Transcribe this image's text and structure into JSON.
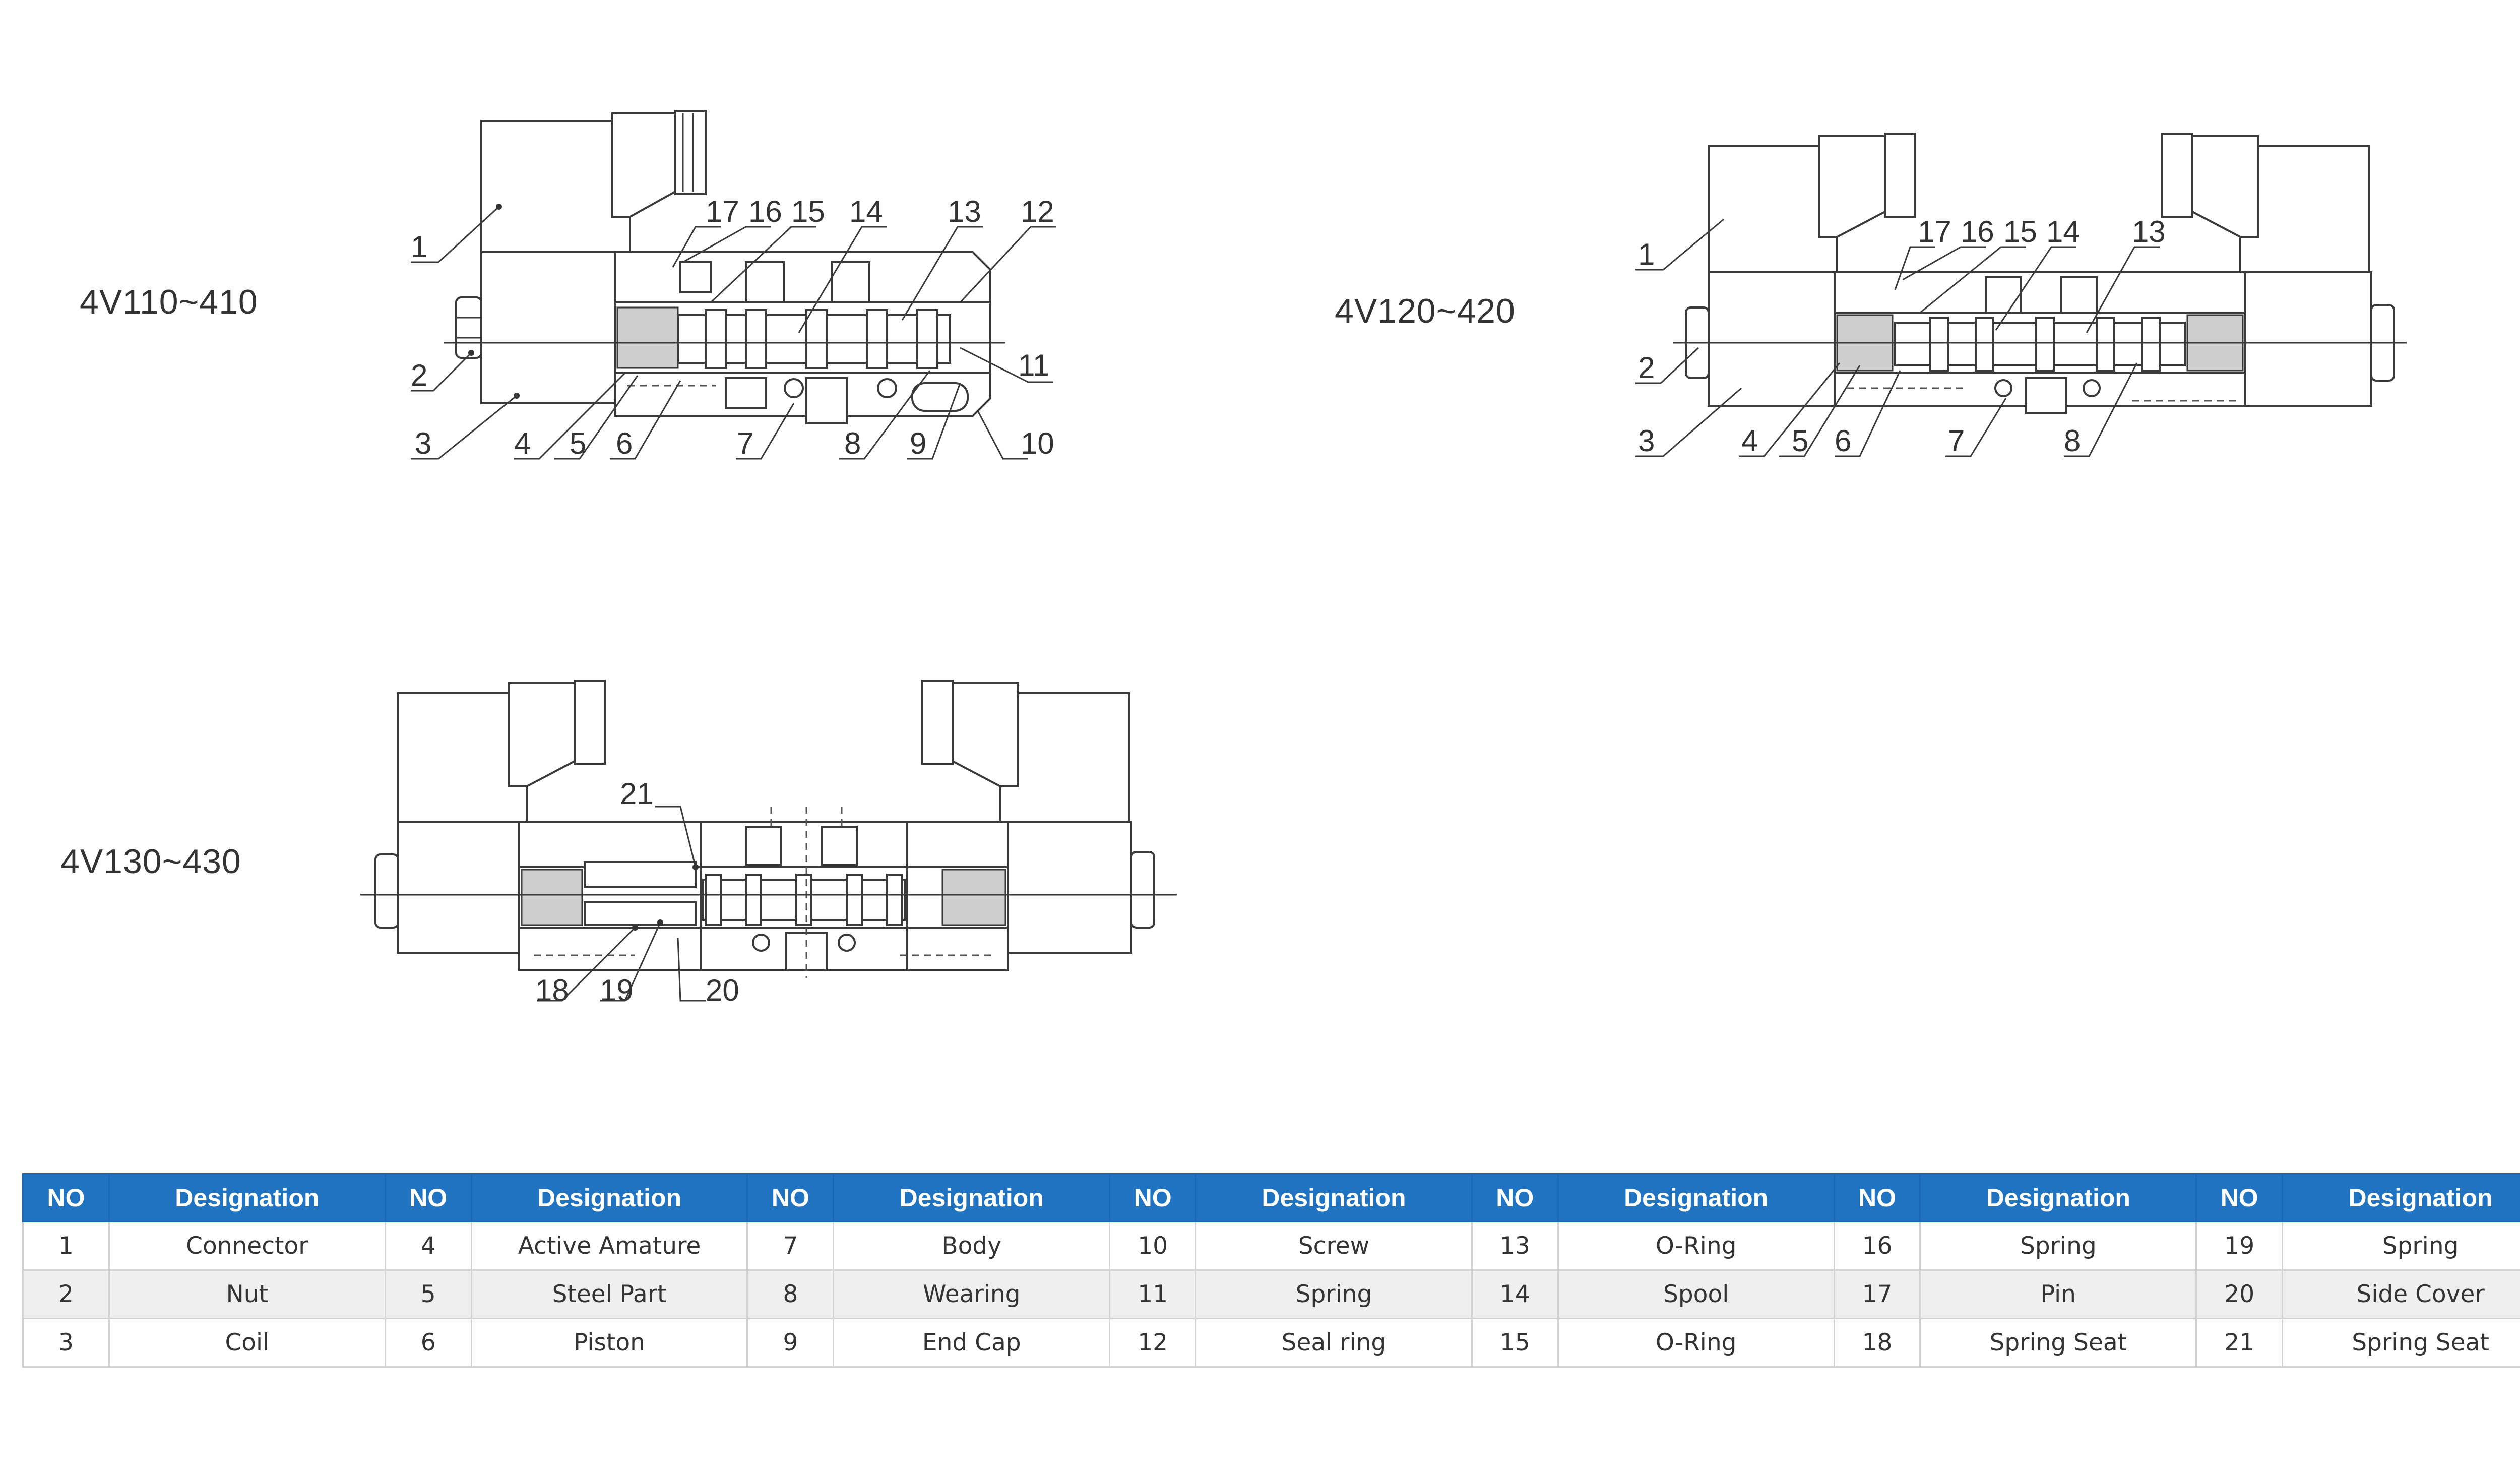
{
  "models": {
    "a": "4V110~410",
    "b": "4V120~420",
    "c": "4V130~430"
  },
  "callouts": {
    "a": [
      "1",
      "2",
      "3",
      "4",
      "5",
      "6",
      "7",
      "8",
      "9",
      "10",
      "11",
      "12",
      "13",
      "14",
      "15",
      "16",
      "17"
    ],
    "b": [
      "1",
      "2",
      "3",
      "4",
      "5",
      "6",
      "7",
      "8",
      "13",
      "14",
      "15",
      "16",
      "17"
    ],
    "c": [
      "18",
      "19",
      "20",
      "21"
    ]
  },
  "colors": {
    "header_bg": "#1f73c1",
    "header_text": "#ffffff",
    "stripe": "#efefef",
    "line": "#3a3a3a"
  },
  "table": {
    "headers": [
      "NO",
      "Designation",
      "NO",
      "Designation",
      "NO",
      "Designation",
      "NO",
      "Designation",
      "NO",
      "Designation",
      "NO",
      "Designation",
      "NO",
      "Designation"
    ],
    "rows": [
      [
        "1",
        "Connector",
        "4",
        "Active Amature",
        "7",
        "Body",
        "10",
        "Screw",
        "13",
        "O-Ring",
        "16",
        "Spring",
        "19",
        "Spring"
      ],
      [
        "2",
        "Nut",
        "5",
        "Steel Part",
        "8",
        "Wearing",
        "11",
        "Spring",
        "14",
        "Spool",
        "17",
        "Pin",
        "20",
        "Side Cover"
      ],
      [
        "3",
        "Coil",
        "6",
        "Piston",
        "9",
        "End Cap",
        "12",
        "Seal ring",
        "15",
        "O-Ring",
        "18",
        "Spring Seat",
        "21",
        "Spring Seat"
      ]
    ]
  }
}
